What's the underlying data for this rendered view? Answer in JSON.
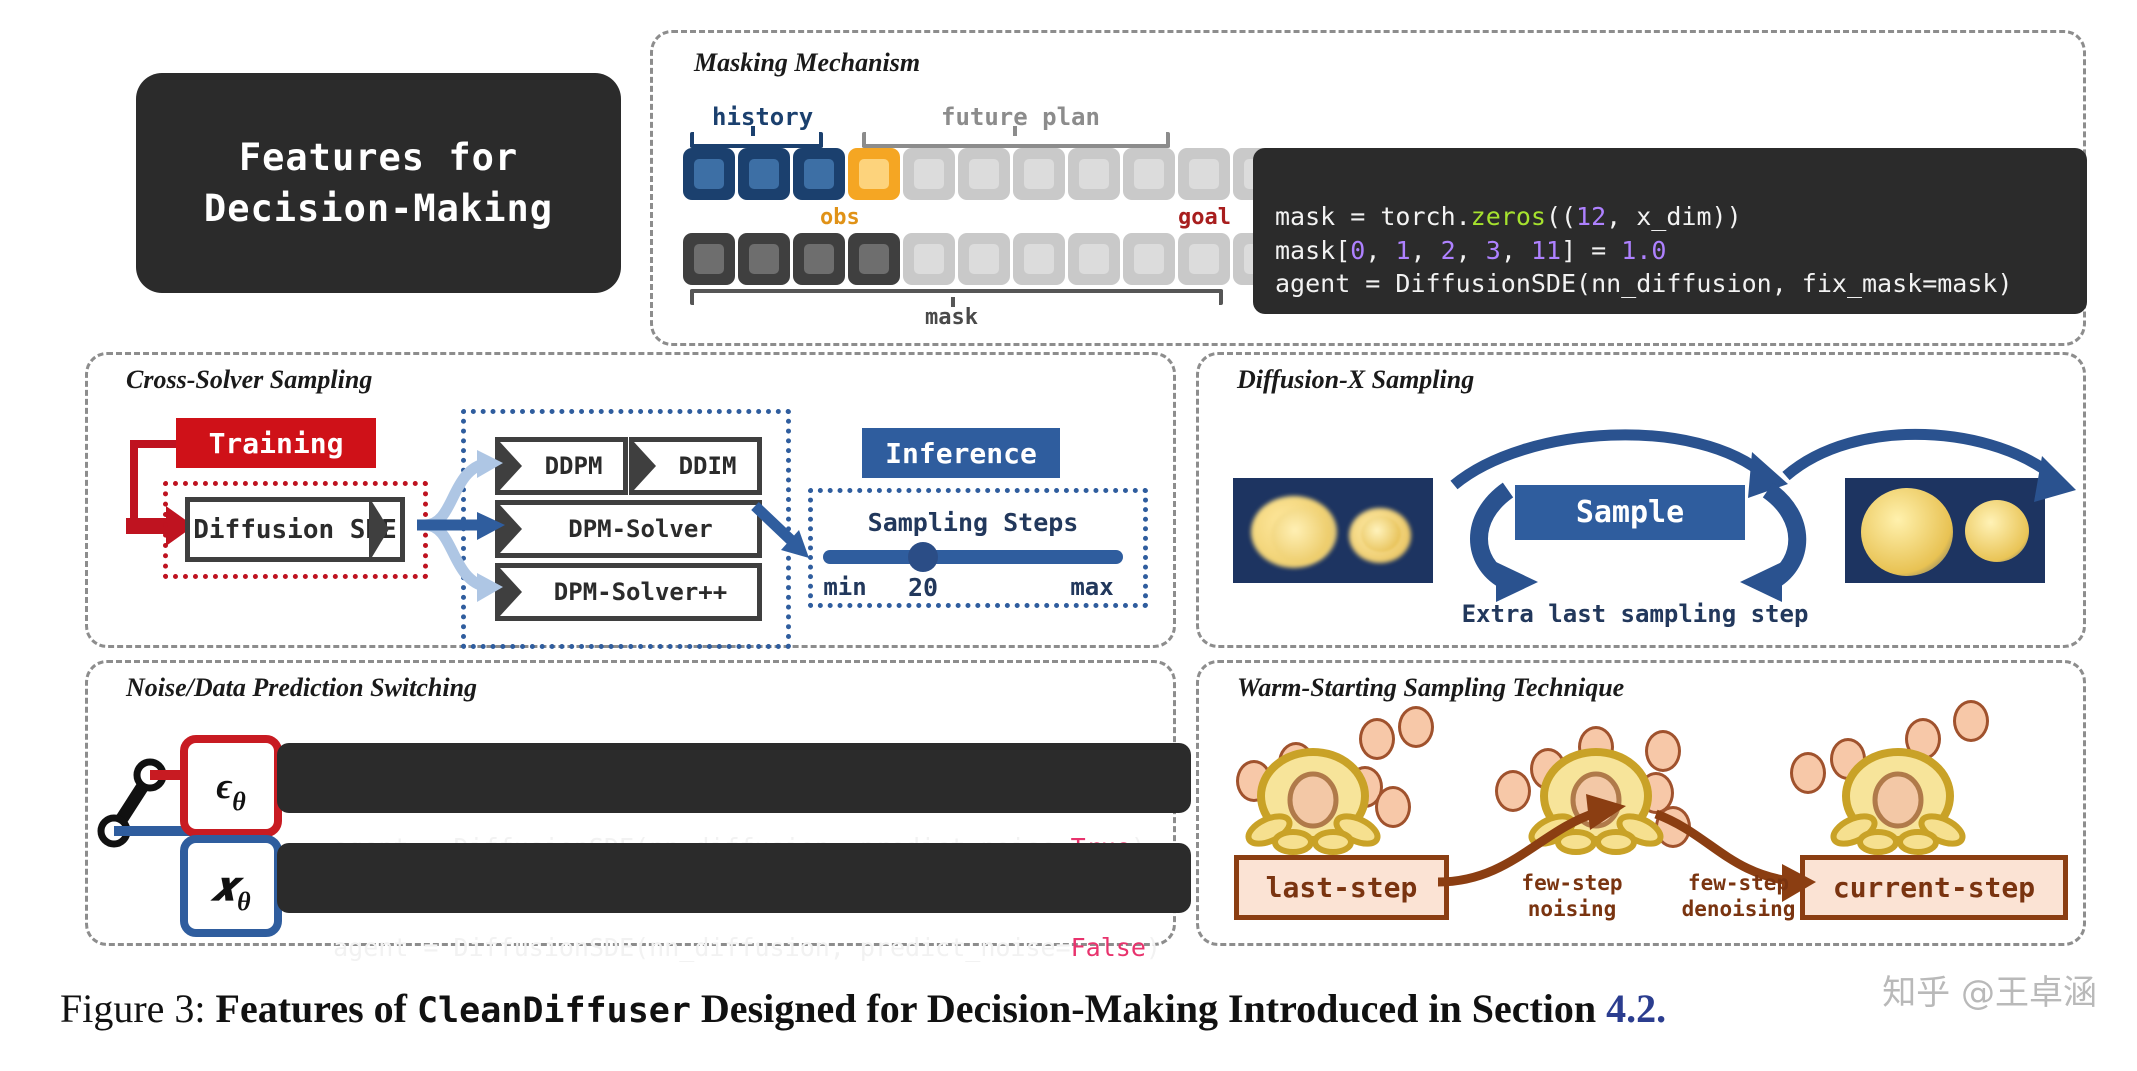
{
  "hero": {
    "line1": "Features for",
    "line2": "Decision-Making"
  },
  "panels": {
    "masking": "Masking Mechanism",
    "cross_solver": "Cross-Solver Sampling",
    "diffusion_x": "Diffusion-X Sampling",
    "noise_switch": "Noise/Data Prediction Switching",
    "warm_start": "Warm-Starting Sampling Technique"
  },
  "masking": {
    "history_label": "history",
    "future_label": "future plan",
    "obs_label": "obs",
    "goal_label": "goal",
    "mask_label": "mask",
    "code": {
      "line1_a": "mask = torch.",
      "line1_fn": "zeros",
      "line1_b": "((",
      "line1_num": "12",
      "line1_c": ", x_dim))",
      "line2_a": "mask[",
      "line2_nums": [
        "0",
        "1",
        "2",
        "3",
        "11"
      ],
      "line2_b": "] = ",
      "line2_val": "1.0",
      "line3": "agent = DiffusionSDE(nn_diffusion, fix_mask=mask)"
    }
  },
  "cross_solver": {
    "training": "Training",
    "diffusion_sde": "Diffusion SDE",
    "solvers": [
      "DDPM",
      "DDIM",
      "DPM-Solver",
      "DPM-Solver++"
    ],
    "inference": "Inference",
    "sampling_steps_label": "Sampling Steps",
    "slider_min": "min",
    "slider_value": "20",
    "slider_max": "max"
  },
  "diffusion_x": {
    "sample_button": "Sample",
    "caption": "Extra last sampling step"
  },
  "noise_switch": {
    "rows": [
      {
        "symbol": "ϵ",
        "subscript": "θ",
        "accent": "#c81b22",
        "code_prefix": "agent = DiffusionSDE(nn_diffusion, predict_noise=",
        "code_value": "True",
        "code_suffix": ")"
      },
      {
        "symbol": "𝒙",
        "subscript": "θ",
        "accent": "#2f5d9e",
        "code_prefix": "agent = DiffusionSDE(nn_diffusion, predict_noise=",
        "code_value": "False",
        "code_suffix": ")"
      }
    ]
  },
  "warm_start": {
    "last_step": "last-step",
    "current_step": "current-step",
    "noising": "few-step\nnoising",
    "denoising": "few-step\ndenoising"
  },
  "caption": {
    "fig": "Figure 3: ",
    "bold_a": "Features of ",
    "mono": "CleanDiffuser",
    "bold_b": " Designed for Decision-Making Introduced in Section ",
    "link": "4.2."
  },
  "watermark": "知乎 @王卓涵",
  "colors": {
    "panel_border": "#8d8d8d",
    "navy": "#1b406e",
    "blue": "#2f5d9e",
    "amber": "#f5a623",
    "red": "#bf1320",
    "dark": "#2b2b2b",
    "brown": "#8b3e12"
  }
}
